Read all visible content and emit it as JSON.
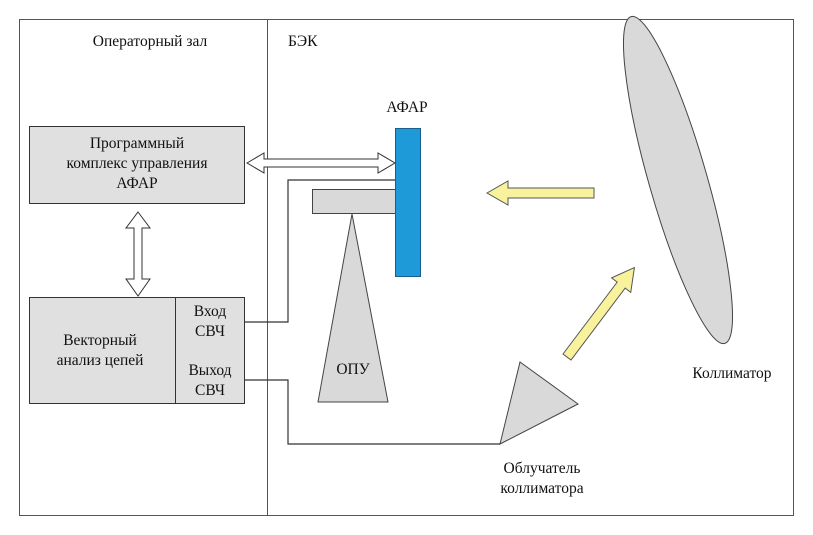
{
  "zones": {
    "left": "Операторный зал",
    "right": "БЭК"
  },
  "blocks": {
    "control_software": [
      "Программный",
      "комплекс управления",
      "АФАР"
    ],
    "vector_analyzer": [
      "Векторный",
      "анализ цепей"
    ],
    "rf_input": [
      "Вход",
      "СВЧ"
    ],
    "rf_output": [
      "Выход",
      "СВЧ"
    ]
  },
  "afar_label": "АФАР",
  "positioner_label": "ОПУ",
  "collimator_label": "Коллиматор",
  "feed_label": [
    "Облучатель",
    "коллиматора"
  ],
  "colors": {
    "block_fill": "#e0e0e0",
    "afar_fill": "#1e9ad9",
    "beam_arrow_fill": "#f8f29c",
    "collimator_fill": "#d9d9d9",
    "line": "#333333"
  }
}
